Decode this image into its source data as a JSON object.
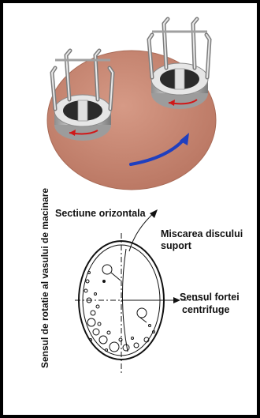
{
  "figure": {
    "labels": {
      "section": "Sectiune orizontala",
      "disc_motion_line1": "Miscarea discului",
      "disc_motion_line2": "suport",
      "centrifugal_line1": "Sensul fortei",
      "centrifugal_line2": "centrifuge",
      "rotation_direction": "Sensul de rotatie al vasului de macinare"
    },
    "colors": {
      "disc": "#c98873",
      "disc_edge": "#a86a56",
      "jar_metal": "#d9d9d9",
      "jar_dark": "#2b2b2b",
      "arrow_blue": "#1f3fbf",
      "arrow_red": "#d01818",
      "frame": "#000000"
    }
  }
}
